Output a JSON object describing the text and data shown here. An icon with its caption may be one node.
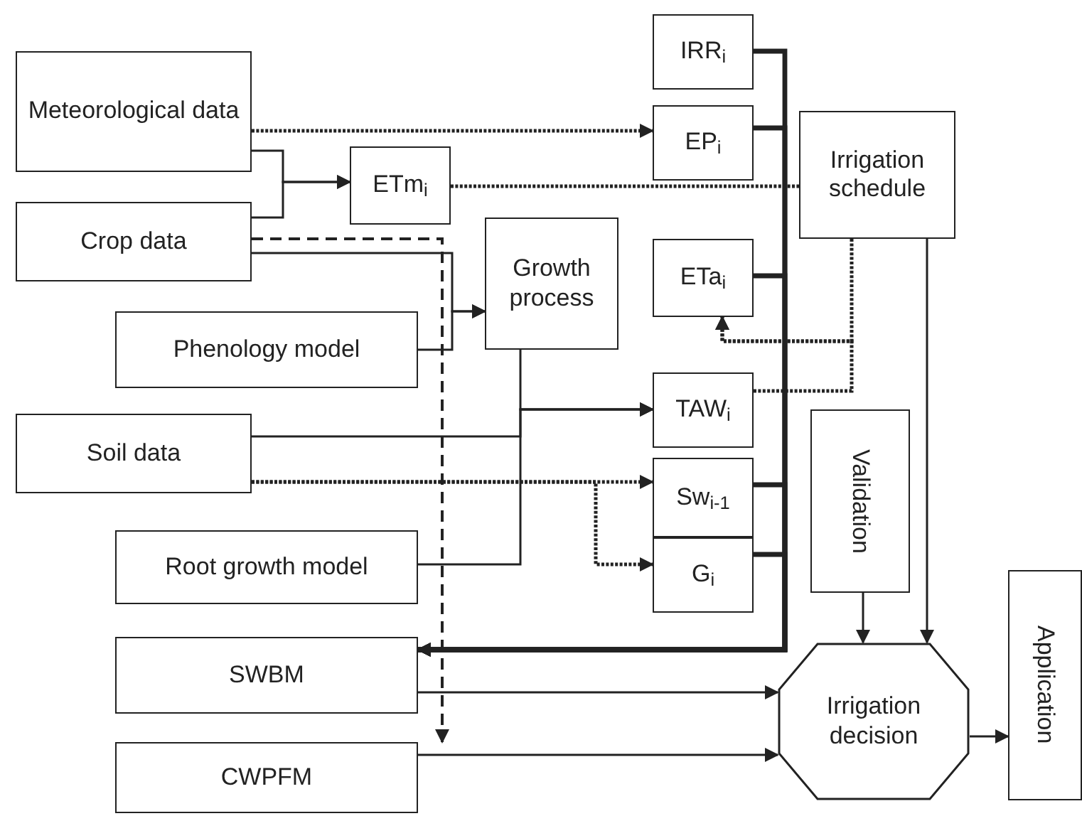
{
  "diagram": {
    "nodes": [
      {
        "text": [
          "Meteorological data"
        ]
      },
      {
        "text": [
          "Crop data"
        ]
      },
      {
        "text": [
          "ETm$_{i}$"
        ]
      },
      {
        "text": [
          "Phenology model"
        ]
      },
      {
        "text": [
          "Growth process"
        ]
      },
      {
        "text": [
          "IRR$_{i}$"
        ]
      },
      {
        "text": [
          "EP$_{i}$"
        ]
      },
      {
        "text": [
          "Irrigation schedule"
        ]
      },
      {
        "text": [
          "ETa$_{i}$"
        ]
      },
      {
        "text": [
          "TAW$_{i}$"
        ]
      },
      {
        "text": [
          "Soil data"
        ]
      },
      {
        "text": [
          "Sw$_{i-1}$"
        ]
      },
      {
        "text": [
          "G$_{i}$"
        ]
      },
      {
        "text": [
          "Validation"
        ]
      },
      {
        "text": [
          "Root growth model"
        ]
      },
      {
        "text": [
          "SWBM"
        ]
      },
      {
        "text": [
          "Irrigation decision"
        ]
      },
      {
        "text": [
          "CWPFM"
        ]
      },
      {
        "text": [
          "Application"
        ]
      }
    ],
    "edges": [
      {
        "from": 0,
        "to": 6,
        "arrow": "to",
        "style": "dashed"
      },
      {
        "from": 0,
        "to": 2,
        "arrow": "to"
      },
      {
        "from": 1,
        "to": 2,
        "arrow": "to"
      },
      {
        "from": 2,
        "to": 7,
        "arrow": "none",
        "style": "dashed"
      },
      {
        "from": 1,
        "to": 17,
        "arrow": "to",
        "style": "dashed"
      },
      {
        "from": 1,
        "to": 4,
        "arrow": "to"
      },
      {
        "from": 3,
        "to": 4,
        "arrow": "to"
      },
      {
        "from": 4,
        "to": 9,
        "arrow": "to"
      },
      {
        "from": 10,
        "to": 9,
        "arrow": "to"
      },
      {
        "from": 14,
        "to": 9,
        "arrow": "to"
      },
      {
        "from": 10,
        "to": 11,
        "arrow": "to",
        "style": "dashed"
      },
      {
        "from": 10,
        "to": 12,
        "arrow": "to",
        "style": "dashed"
      },
      {
        "from": 7,
        "to": 8,
        "arrow": "to",
        "style": "dashed"
      },
      {
        "from": 9,
        "to": 8,
        "arrow": "to",
        "style": "dashed"
      },
      {
        "from": 5,
        "to": 15,
        "arrow": "to",
        "style": "thick"
      },
      {
        "from": 6,
        "to": 15,
        "arrow": "to",
        "style": "thick"
      },
      {
        "from": 8,
        "to": 15,
        "arrow": "to",
        "style": "thick"
      },
      {
        "from": 11,
        "to": 15,
        "arrow": "to",
        "style": "thick"
      },
      {
        "from": 12,
        "to": 15,
        "arrow": "to",
        "style": "thick"
      },
      {
        "from": 7,
        "to": 16,
        "arrow": "to"
      },
      {
        "from": 13,
        "to": 16,
        "arrow": "to"
      },
      {
        "from": 15,
        "to": 16,
        "arrow": "to"
      },
      {
        "from": 17,
        "to": 16,
        "arrow": "to"
      },
      {
        "from": 16,
        "to": 18,
        "arrow": "to"
      }
    ]
  }
}
